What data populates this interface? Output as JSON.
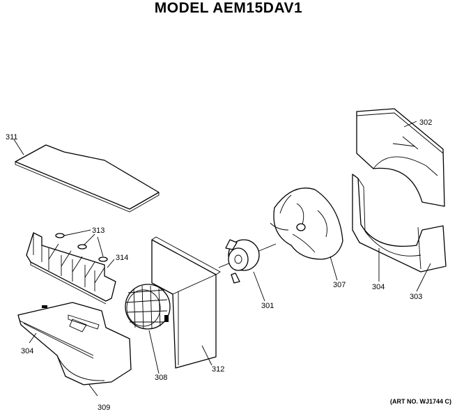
{
  "title": "MODEL AEM15DAV1",
  "art_number": "(ART NO. WJ1744 C)",
  "labels": {
    "p301": "301",
    "p302": "302",
    "p303": "303",
    "p304a": "304",
    "p304b": "304",
    "p307": "307",
    "p308": "308",
    "p309": "309",
    "p311": "311",
    "p312": "312",
    "p313": "313",
    "p314": "314"
  }
}
